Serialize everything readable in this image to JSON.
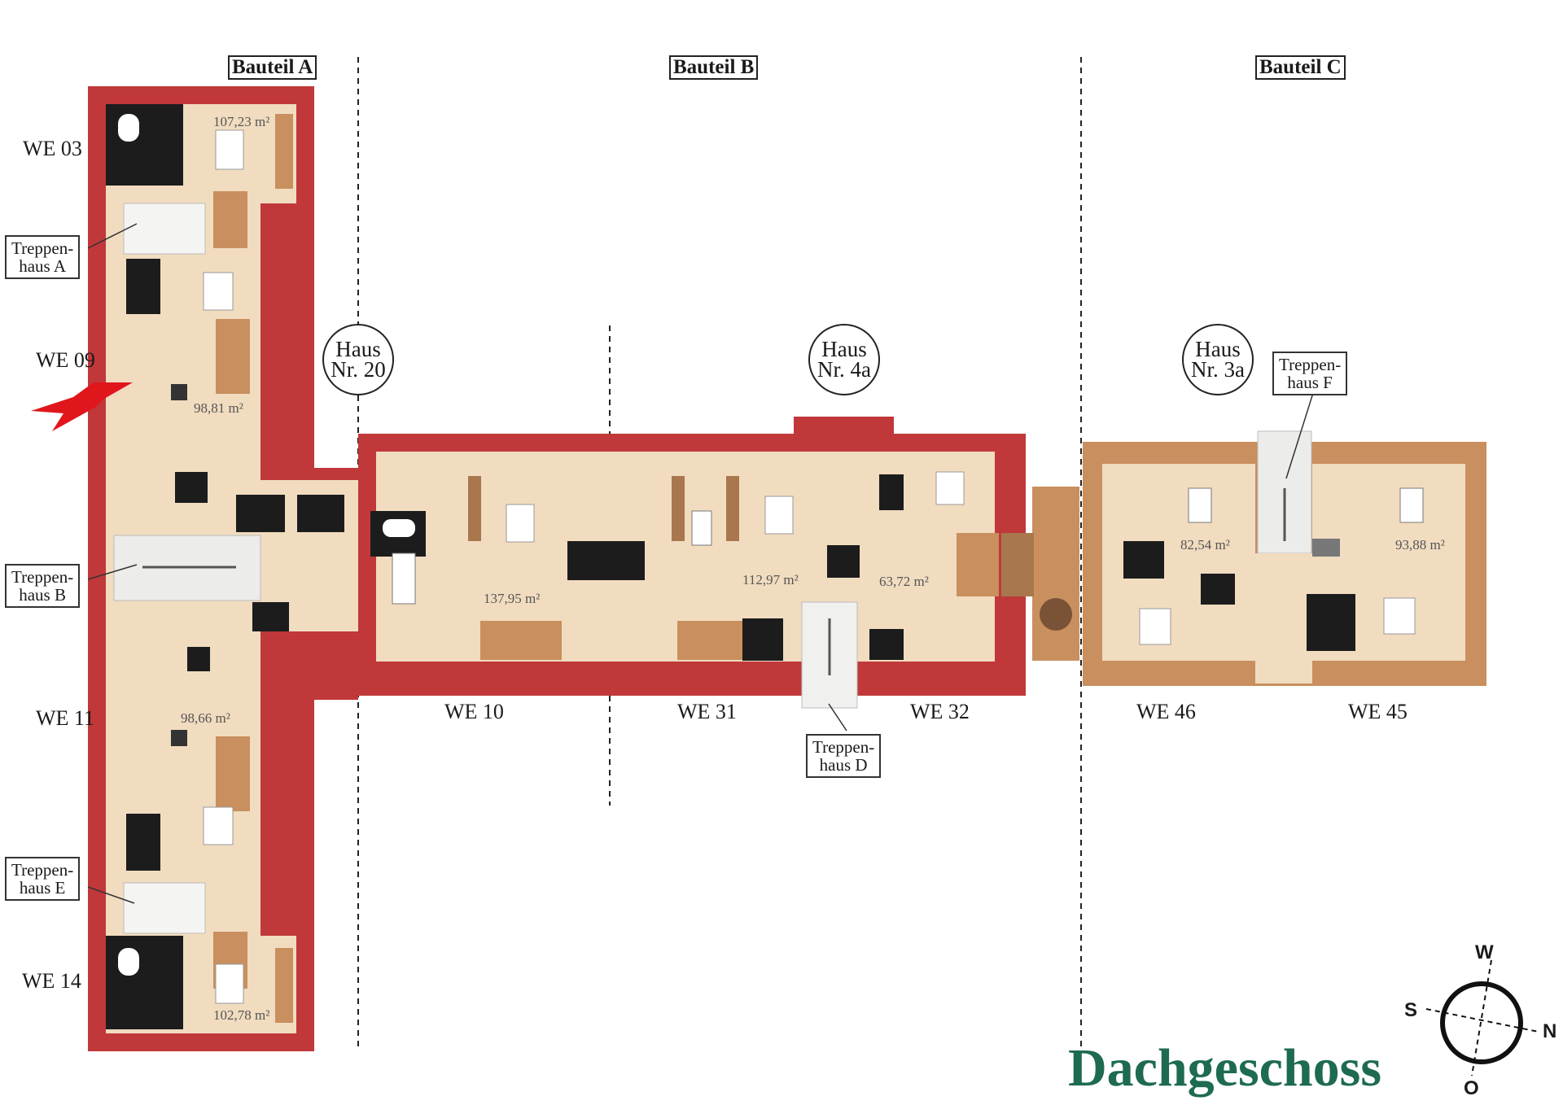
{
  "sections": [
    "Bauteil A",
    "Bauteil B",
    "Bauteil C"
  ],
  "houses": [
    {
      "line1": "Haus",
      "line2": "Nr. 20"
    },
    {
      "line1": "Haus",
      "line2": "Nr. 4a"
    },
    {
      "line1": "Haus",
      "line2": "Nr. 3a"
    }
  ],
  "stairwells": [
    {
      "line1": "Treppen-",
      "line2": "haus A"
    },
    {
      "line1": "Treppen-",
      "line2": "haus B"
    },
    {
      "line1": "Treppen-",
      "line2": "haus E"
    },
    {
      "line1": "Treppen-",
      "line2": "haus D"
    },
    {
      "line1": "Treppen-",
      "line2": "haus F"
    }
  ],
  "units": [
    {
      "name": "WE 03",
      "area": "107,23 m²"
    },
    {
      "name": "WE 09",
      "area": "98,81 m²"
    },
    {
      "name": "WE 11",
      "area": "98,66 m²"
    },
    {
      "name": "WE 14",
      "area": "102,78 m²"
    },
    {
      "name": "WE 10",
      "area": "137,95 m²"
    },
    {
      "name": "WE 31",
      "area": "112,97 m²"
    },
    {
      "name": "WE 32",
      "area": "63,72 m²"
    },
    {
      "name": "WE 46",
      "area": "82,54 m²"
    },
    {
      "name": "WE 45",
      "area": "93,88 m²"
    }
  ],
  "compass": {
    "w": "W",
    "s": "S",
    "n": "N",
    "o": "O"
  },
  "title": "Dachgeschoss",
  "colors": {
    "roof": "#c0383a",
    "floor": "#f1dcc0",
    "wood": "#c98f5e",
    "bath": "#1c1c1c",
    "title": "#1e6a52",
    "arrow": "#e0161c"
  }
}
